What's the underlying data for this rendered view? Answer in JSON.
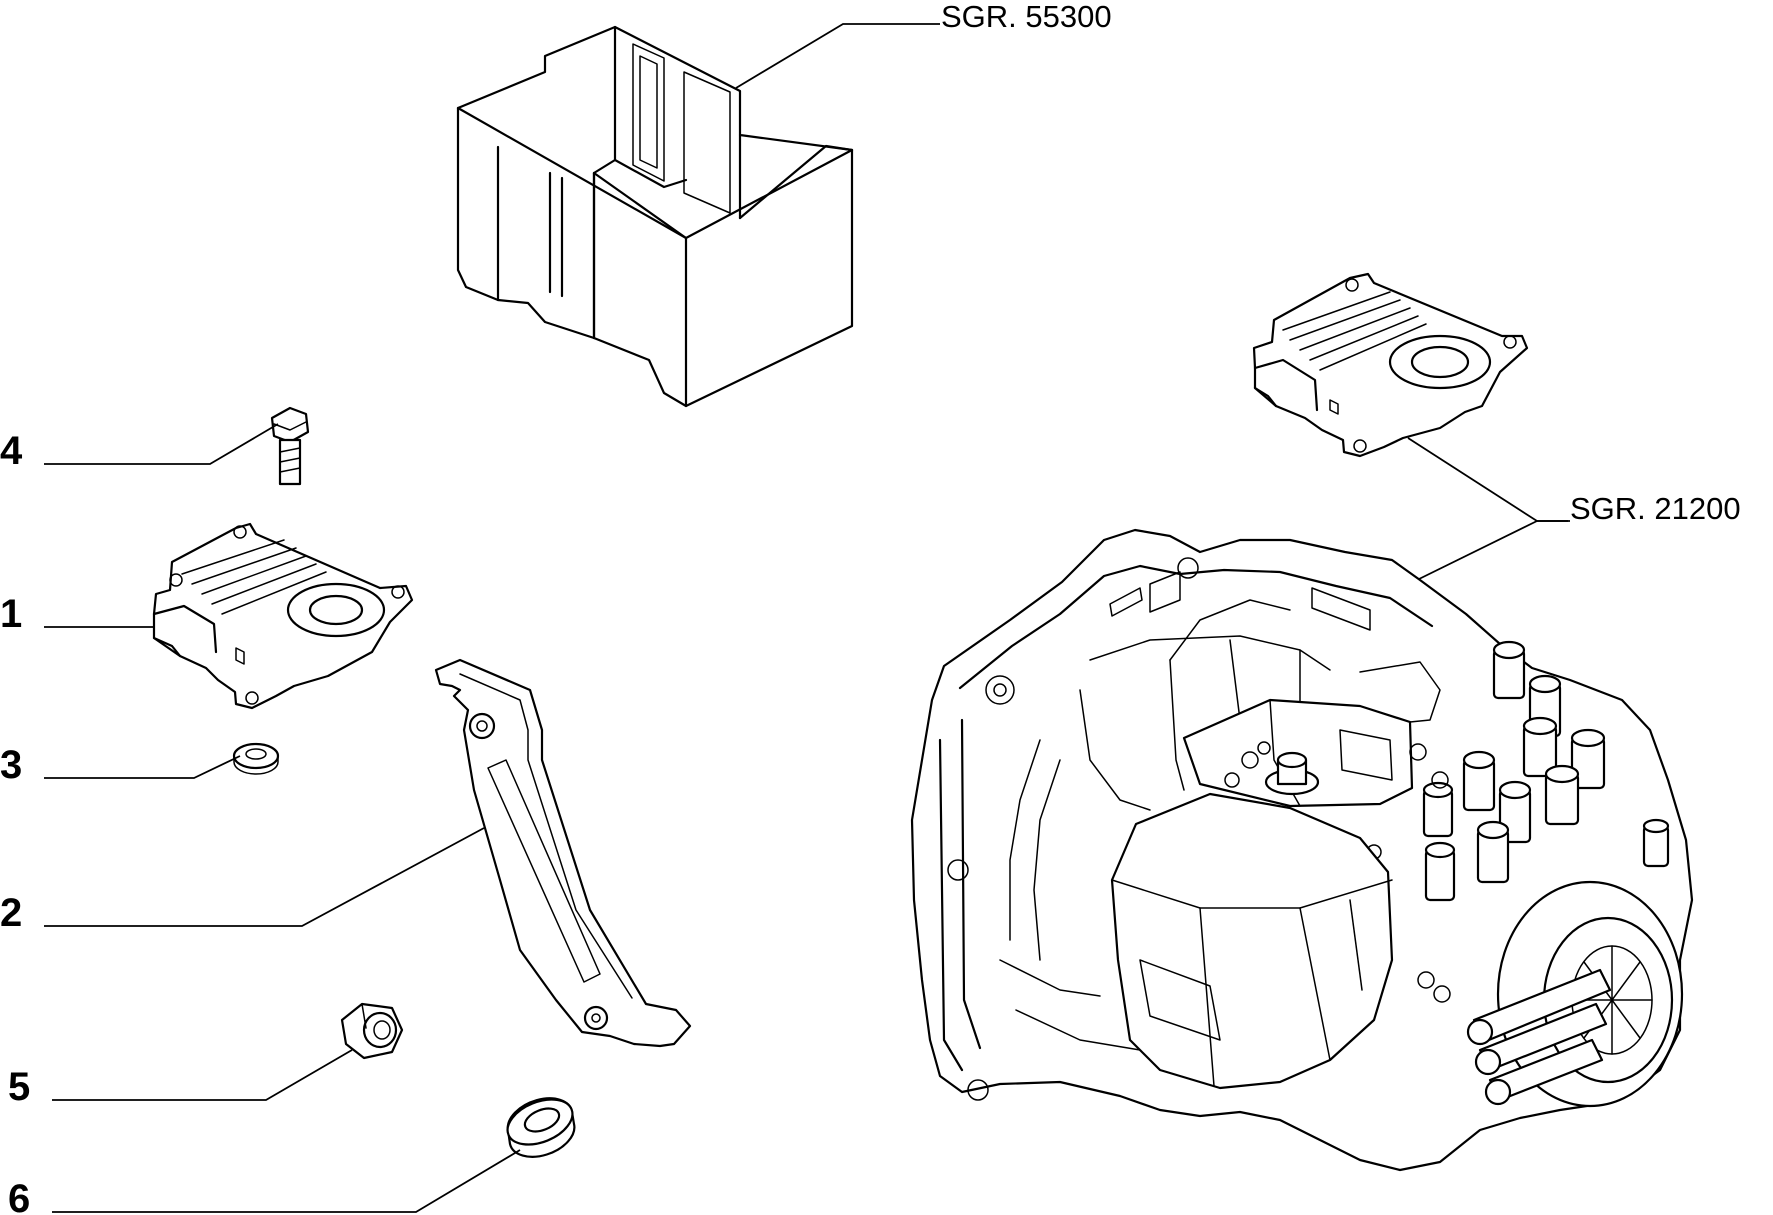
{
  "references": {
    "battery_tray": "SGR. 55300",
    "gearbox": "SGR. 21200"
  },
  "callouts": [
    {
      "number": "4",
      "part": "screw"
    },
    {
      "number": "1",
      "part": "control-unit"
    },
    {
      "number": "3",
      "part": "washer"
    },
    {
      "number": "2",
      "part": "bracket"
    },
    {
      "number": "5",
      "part": "nut"
    },
    {
      "number": "6",
      "part": "washer"
    }
  ]
}
